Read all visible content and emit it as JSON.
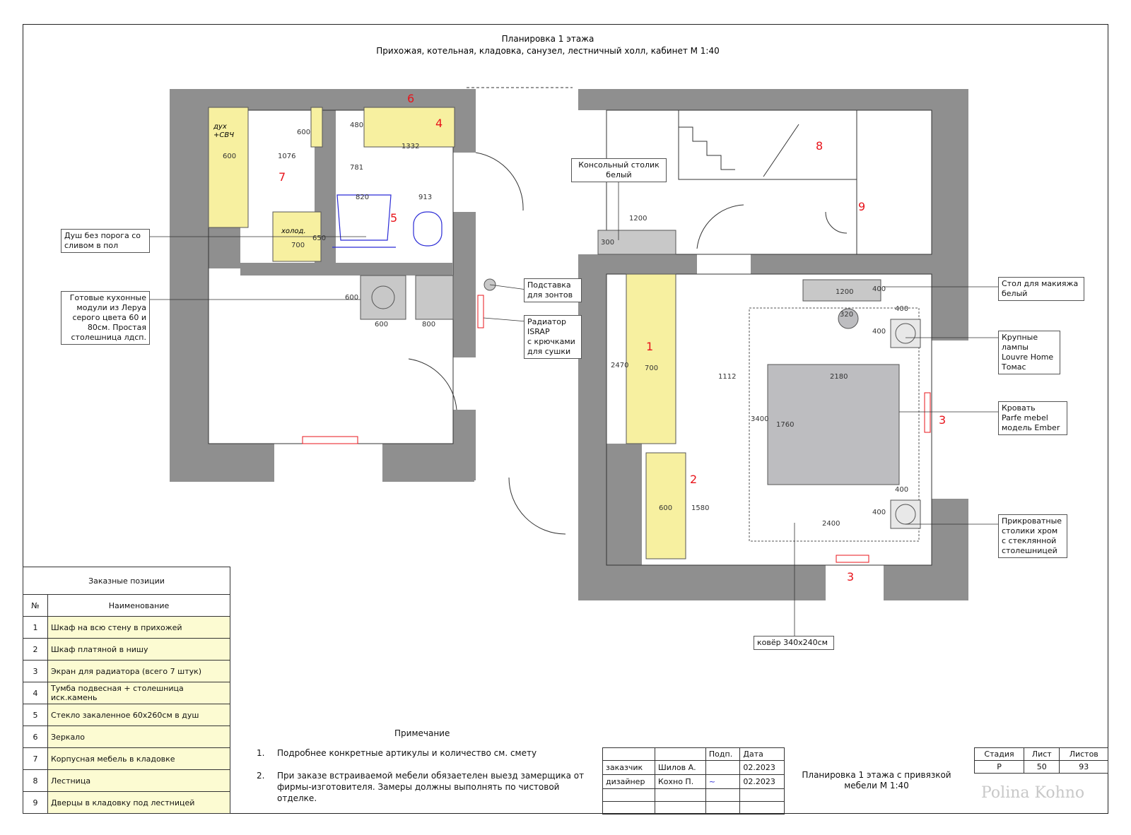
{
  "title": {
    "line1": "Планировка 1 этажа",
    "line2": "Прихожая, котельная, кладовка, санузел, лестничный холл, кабинет  М 1:40"
  },
  "fixtures": {
    "oven": "дух\n+СВЧ",
    "fridge": "холод.",
    "room_numbers": [
      "1",
      "2",
      "3",
      "3",
      "4",
      "5",
      "6",
      "7",
      "8",
      "9"
    ]
  },
  "dimensions": [
    "600",
    "1076",
    "600",
    "480",
    "1332",
    "781",
    "820",
    "913",
    "650",
    "700",
    "600",
    "600",
    "800",
    "1200",
    "300",
    "2470",
    "700",
    "1112",
    "3400",
    "1760",
    "2180",
    "2400",
    "1580",
    "600",
    "1200",
    "400",
    "320",
    "400",
    "400",
    "400",
    "400"
  ],
  "callouts": {
    "console": "Консольный столик\nбелый",
    "shower": "Душ без порога со\nсливом в пол",
    "umbrella": "Подставка\nдля зонтов",
    "radiator": "Радиатор\nISRAP\nс крючками\nдля сушки",
    "kitchen": "Готовые кухонные\nмодули из Леруа\nсерого цвета 60 и\n80см. Простая\nстолешница лдсп.",
    "makeup": "Стол для макияжа\nбелый",
    "lamps": "Крупные\nлампы\nLouvre Home\nТомас",
    "bed": "Кровать\nParfe mebel\nмодель Ember",
    "nightstands": "Прикроватные\nстолики хром\nс стеклянной\nстолешницей",
    "rug": "ковёр 340х240см"
  },
  "legend": {
    "title": "Заказные позиции",
    "col_num": "№",
    "col_name": "Наименование",
    "rows": [
      {
        "n": "1",
        "name": "Шкаф на всю стену в прихожей"
      },
      {
        "n": "2",
        "name": "Шкаф платяной в нишу"
      },
      {
        "n": "3",
        "name": "Экран для радиатора  (всего 7 штук)"
      },
      {
        "n": "4",
        "name": "Тумба подвесная + столешница иск.камень"
      },
      {
        "n": "5",
        "name": "Стекло закаленное 60х260см в душ"
      },
      {
        "n": "6",
        "name": "Зеркало"
      },
      {
        "n": "7",
        "name": "Корпусная мебель в кладовке"
      },
      {
        "n": "8",
        "name": "Лестница"
      },
      {
        "n": "9",
        "name": "Дверцы в кладовку под лестницей"
      }
    ]
  },
  "notes": {
    "title": "Примечание",
    "items": [
      {
        "n": "1.",
        "text": "Подробнее конкретные артикулы и количество см. смету"
      },
      {
        "n": "2.",
        "text": "При заказе встраиваемой мебели обязаетелен выезд замерщика от фирмы-изготовителя. Замеры должны выполнять по чистовой отделке."
      }
    ]
  },
  "stamp": {
    "h_podp": "Подп.",
    "h_date": "Дата",
    "customer_role": "заказчик",
    "customer_name": "Шилов А.",
    "customer_date": "02.2023",
    "designer_role": "дизайнер",
    "designer_name": "Кохно П.",
    "designer_date": "02.2023",
    "sheet_title": "Планировка 1 этажа  с привязкой мебели М 1:40",
    "h_stage": "Стадия",
    "h_sheet": "Лист",
    "h_sheets": "Листов",
    "stage": "Р",
    "sheet": "50",
    "sheets": "93",
    "brand": "Polina Kohno"
  },
  "colors": {
    "wall": "#8f8f8f",
    "furniture": "#f7f0a0",
    "red": "#e8141b",
    "bed": "#bdbdc0",
    "blue": "#2b2bd6"
  }
}
